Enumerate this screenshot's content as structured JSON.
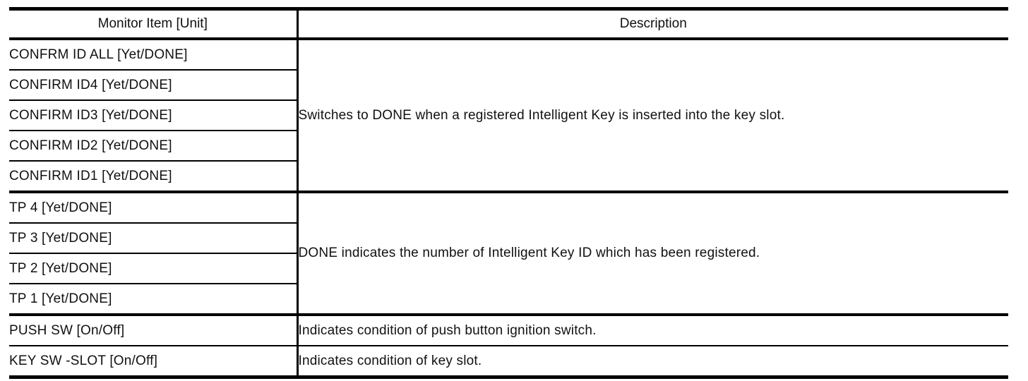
{
  "page": {
    "background": "#ffffff",
    "text_color": "#111111",
    "border_color": "#000000"
  },
  "table": {
    "columns": {
      "monitor_item": "Monitor Item [Unit]",
      "description": "Description"
    },
    "groups": [
      {
        "items": [
          "CONFRM ID ALL [Yet/DONE]",
          "CONFIRM ID4 [Yet/DONE]",
          "CONFIRM ID3 [Yet/DONE]",
          "CONFIRM ID2 [Yet/DONE]",
          "CONFIRM ID1 [Yet/DONE]"
        ],
        "description": "Switches to DONE when a registered Intelligent Key is inserted into the key slot."
      },
      {
        "items": [
          "TP 4 [Yet/DONE]",
          "TP 3 [Yet/DONE]",
          "TP 2 [Yet/DONE]",
          "TP 1 [Yet/DONE]"
        ],
        "description": "DONE indicates the number of Intelligent Key ID which has been registered."
      },
      {
        "items": [
          "PUSH SW [On/Off]"
        ],
        "description": "Indicates condition of push button ignition switch."
      },
      {
        "items": [
          "KEY SW -SLOT [On/Off]"
        ],
        "description": "Indicates condition of key slot."
      }
    ]
  }
}
